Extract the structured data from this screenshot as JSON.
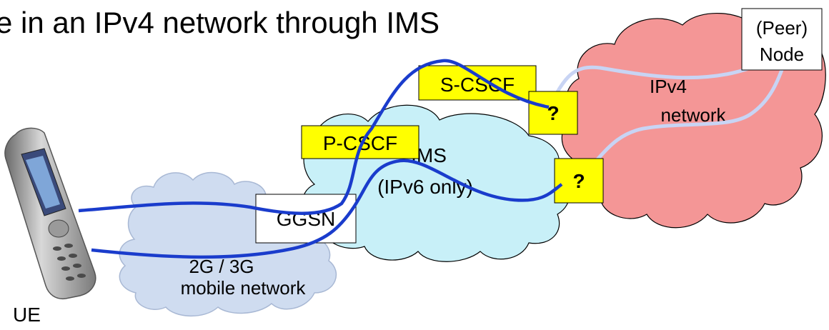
{
  "title": "e in an IPv4 network through IMS",
  "ue_label": "UE",
  "mobile_network": {
    "line1": "2G / 3G",
    "line2": "mobile network"
  },
  "ims_cloud": {
    "line1": "IMS",
    "line2": "(IPv6 only)"
  },
  "ipv4_cloud": {
    "line1": "IPv4",
    "line2": "network"
  },
  "peer_node": {
    "line1": "(Peer)",
    "line2": "Node"
  },
  "ggsn": "GGSN",
  "pcscf": "P-CSCF",
  "scscf": "S-CSCF",
  "gateway_upper": "?",
  "gateway_lower": "?",
  "colors": {
    "mobile_cloud": "#cfdcf0",
    "ims_cloud": "#c8f0f8",
    "ipv4_cloud": "#f49696",
    "label_box": "#ffff00",
    "signal_path": "#1a3ccc",
    "ipv4_path": "#c8d4f4"
  }
}
